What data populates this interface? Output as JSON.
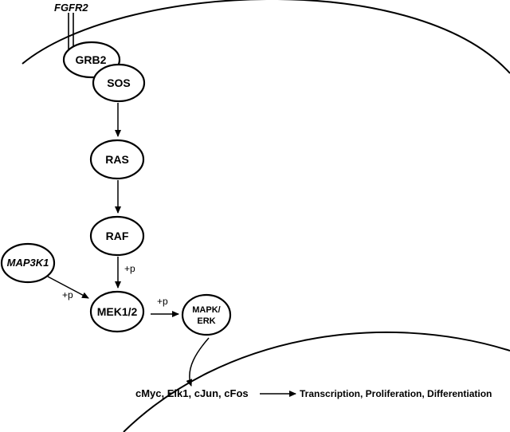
{
  "receptor": {
    "label": "FGFR2"
  },
  "nodes": {
    "grb2": "GRB2",
    "sos": "SOS",
    "ras": "RAS",
    "raf": "RAF",
    "map3k1": "MAP3K1",
    "mek": "MEK1/2",
    "mapk_line1": "MAPK/",
    "mapk_line2": "ERK"
  },
  "phospho": {
    "raf_to_mek": "+p",
    "map3k1_to_mek": "+p",
    "mek_to_mapk": "+p"
  },
  "targets": "cMyc, Elk1, cJun, cFos",
  "outcome": "Transcription, Proliferation, Differentiation",
  "colors": {
    "line": "#000000",
    "background": "#ffffff"
  }
}
